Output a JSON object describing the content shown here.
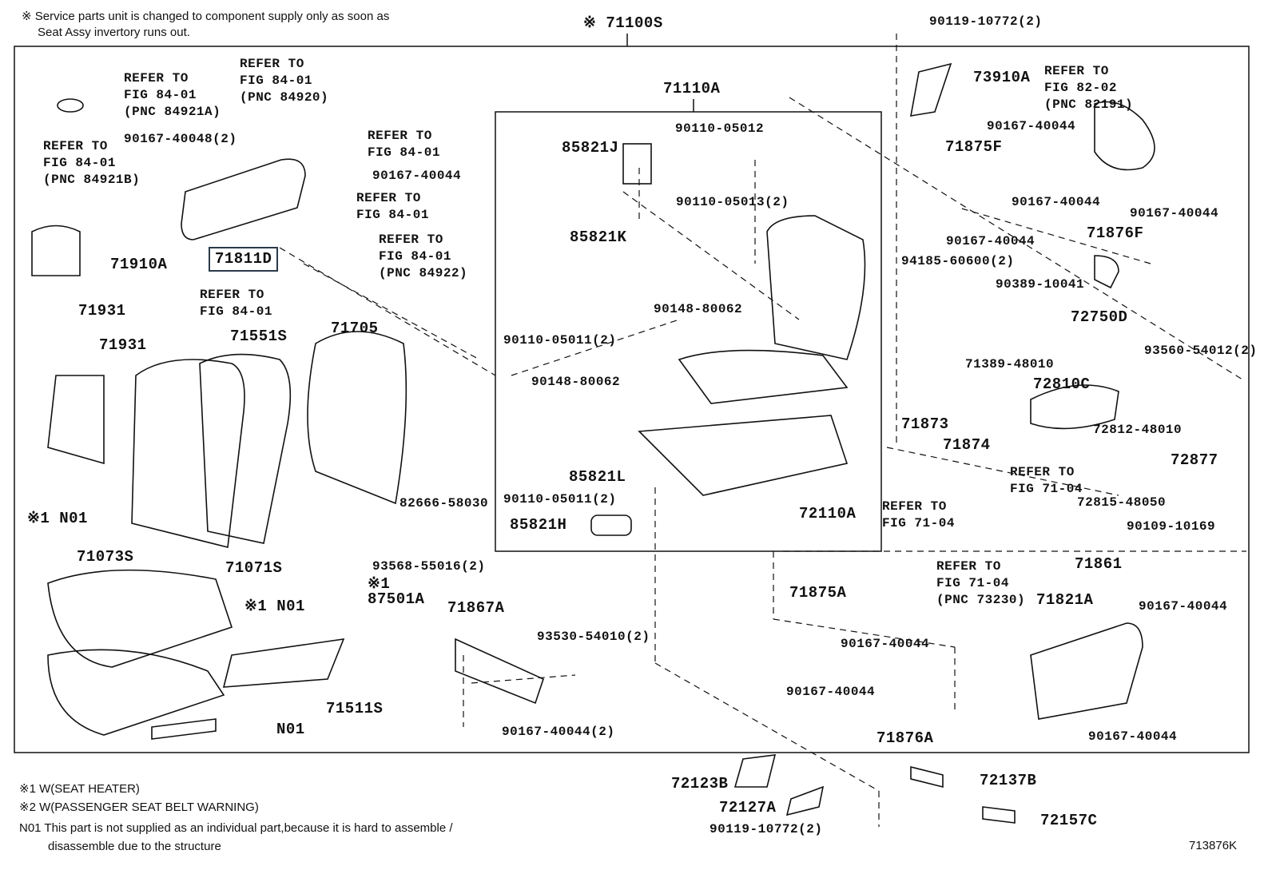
{
  "notes": {
    "top_line1": "※ Service parts unit is changed to component supply only as soon as",
    "top_line2": "Seat Assy invertory runs out.",
    "legend1": "※1 W(SEAT HEATER)",
    "legend2": "※2 W(PASSENGER SEAT BELT WARNING)",
    "legend3": "N01 This part is not supplied as an individual part,because it is hard to assemble /",
    "legend4": "disassemble due to the structure",
    "figure_id": "713876K"
  },
  "callouts": [
    "※ 71100S",
    "90119-10772(2)",
    "REFER TO\nFIG 84-01\n(PNC 84921A)",
    "REFER TO\nFIG 84-01\n(PNC 84920)",
    "REFER TO\nFIG 84-01\n(PNC 84921B)",
    "90167-40048(2)",
    "REFER TO\nFIG 84-01",
    "90167-40044",
    "REFER TO\nFIG 84-01",
    "REFER TO\nFIG 84-01\n(PNC 84922)",
    "71811D",
    "71910A",
    "REFER TO\nFIG 84-01",
    "71931",
    "71931",
    "71551S",
    "71705",
    "※1 N01",
    "71073S",
    "71071S",
    "※1 N01",
    "※1\n87501A",
    "93568-55016(2)",
    "82666-58030",
    "71511S",
    "N01",
    "71867A",
    "93530-54010(2)",
    "90167-40044(2)",
    "71110A",
    "90110-05012",
    "85821J",
    "90110-05013(2)",
    "85821K",
    "90148-80062",
    "90110-05011(2)",
    "90148-80062",
    "85821L",
    "90110-05011(2)",
    "85821H",
    "72110A",
    "73910A",
    "REFER TO\nFIG 82-02\n(PNC 82191)",
    "90167-40044",
    "71875F",
    "90167-40044",
    "90167-40044",
    "90167-40044",
    "71876F",
    "94185-60600(2)",
    "90389-10041",
    "72750D",
    "93560-54012(2)",
    "71389-48010",
    "72810C",
    "71873",
    "71874",
    "72812-48010",
    "72877",
    "REFER TO\nFIG 71-04",
    "72815-48050",
    "REFER TO\nFIG 71-04",
    "90109-10169",
    "REFER TO\nFIG 71-04\n(PNC 73230)",
    "71861",
    "71821A",
    "90167-40044",
    "71875A",
    "90167-40044",
    "90167-40044",
    "71876A",
    "90167-40044",
    "72123B",
    "72137B",
    "72127A",
    "90119-10772(2)",
    "72157C"
  ],
  "highlight_color": "#2a3a4a"
}
